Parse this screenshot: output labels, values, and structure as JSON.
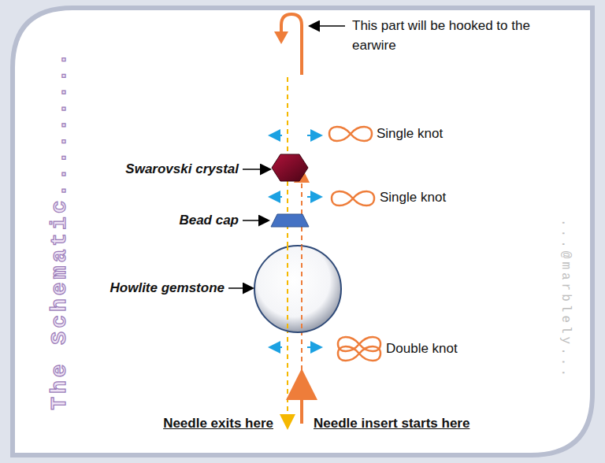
{
  "diagram": {
    "title": "The Schematic.........",
    "labels": [
      "This part will be hooked to the earwire",
      "Single knot",
      "Swarovski crystal",
      "Single knot",
      "Bead cap",
      "Howlite gemstone",
      "Double knot",
      "Needle exits here",
      "Needle insert starts here",
      "...@marblely..."
    ]
  }
}
